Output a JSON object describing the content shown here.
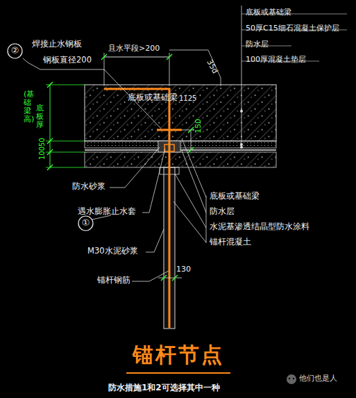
{
  "diagram": {
    "title": "锚杆节点",
    "caption": "防水措施1和2可选择其中一种",
    "nodes": [
      {
        "text": [
          "②"
        ]
      },
      {
        "text": [
          "①"
        ]
      }
    ],
    "labels": [
      "底板或基础梁",
      "50厚C15细石混凝土保护层",
      "防水层",
      "100厚混凝土垫层",
      "焊接止水钢板",
      "钢板直径200",
      "且水平段>200",
      "35d",
      "底板或基础梁",
      "1125",
      "150",
      "(基础梁高)",
      "底板厚",
      "100",
      "50",
      "防水砂浆",
      "遇水膨胀止水套",
      "底板或基础梁",
      "防水层",
      "水泥基渗透结晶型防水涂料",
      "锚杆混凝土",
      "M30水泥砂浆",
      "130",
      "锚杆钢筋",
      "他们也是人"
    ]
  }
}
